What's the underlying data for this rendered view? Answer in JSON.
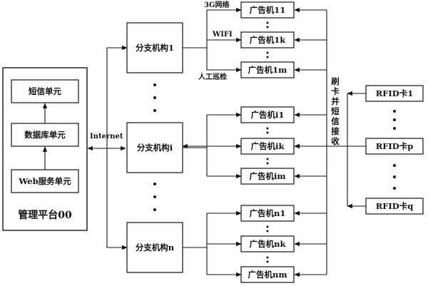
{
  "platform": {
    "title": "管理平台00",
    "sms_unit": "短信单元",
    "db_unit": "数据库单元",
    "web_unit": "Web服务单元"
  },
  "link": {
    "internet": "Internet"
  },
  "branches": [
    {
      "label": "分支机构1",
      "ads": [
        "广告机11",
        "广告机1k",
        "广告机1m"
      ]
    },
    {
      "label": "分支机构i",
      "ads": [
        "广告机i1",
        "广告机ik",
        "广告机im"
      ]
    },
    {
      "label": "分支机构n",
      "ads": [
        "广告机n1",
        "广告机nk",
        "广告机nm"
      ]
    }
  ],
  "channels": {
    "network_3g": "3G网络",
    "wifi": "WIFI",
    "manual": "人工巡检"
  },
  "swipe_text": "刷卡并短信接收",
  "rfid": [
    "RFID卡1",
    "RFID卡p",
    "RFID卡q"
  ]
}
